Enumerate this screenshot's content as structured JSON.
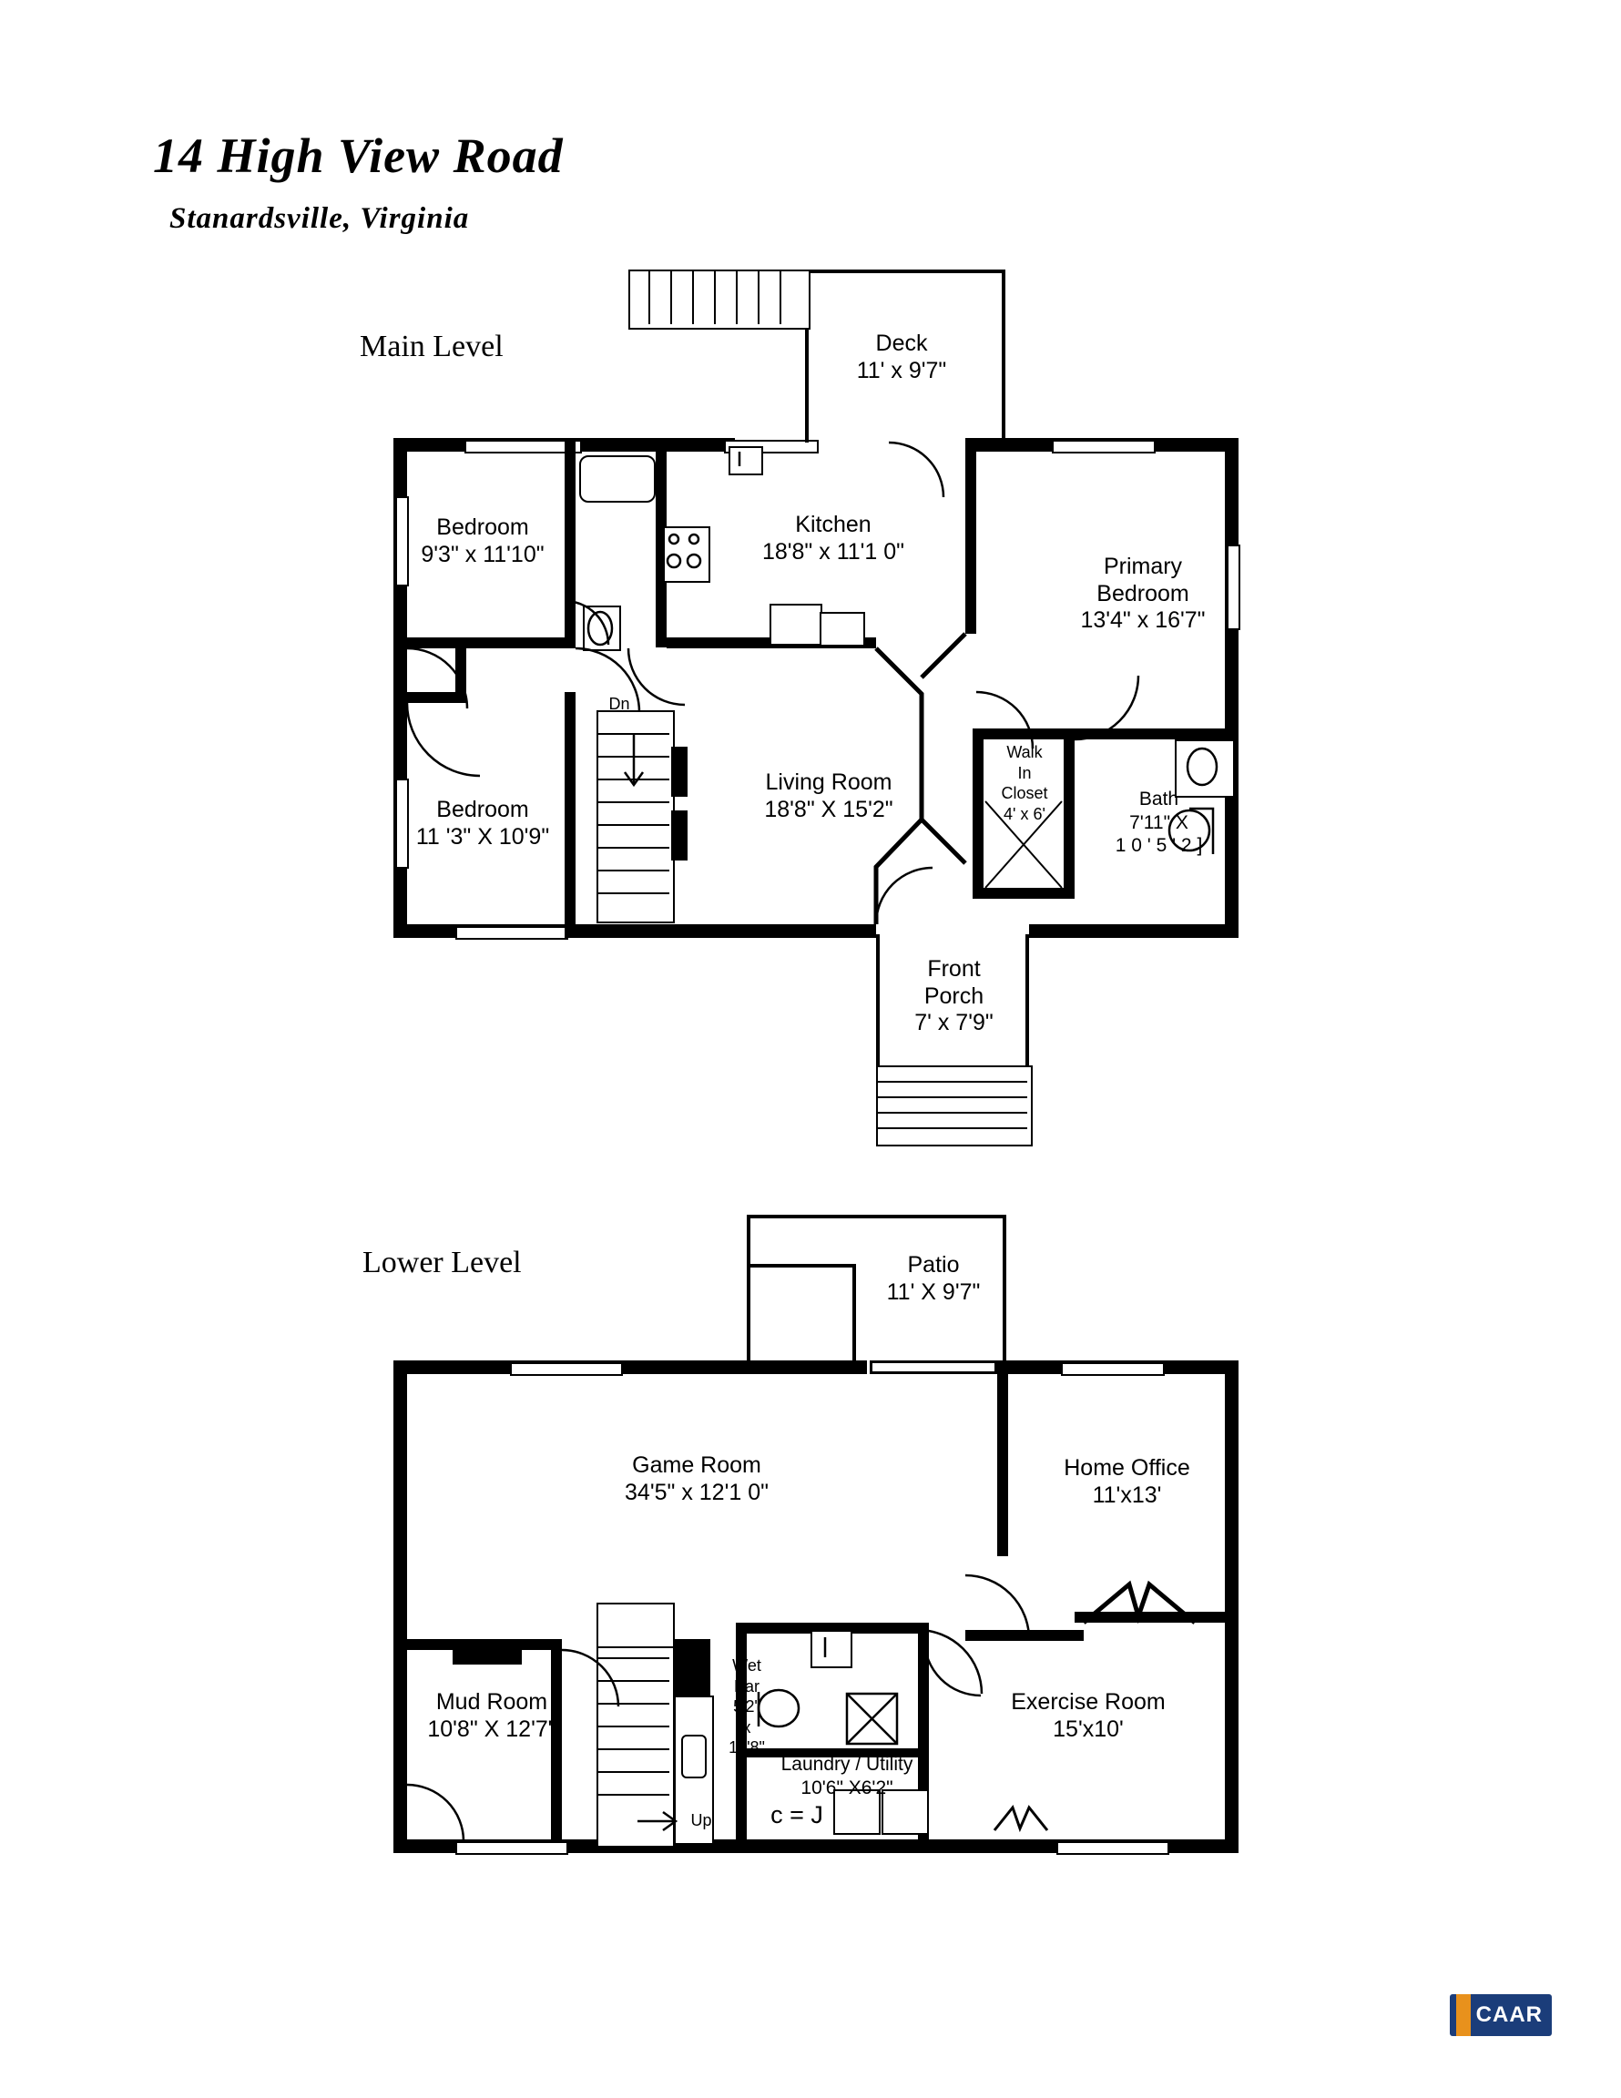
{
  "header": {
    "title": "14 High View Road",
    "subtitle": "Stanardsville,  Virginia"
  },
  "levels": [
    {
      "id": "main",
      "name": "Main Level"
    },
    {
      "id": "lower",
      "name": "Lower Level"
    }
  ],
  "main_level": {
    "rooms": [
      {
        "name": "Deck",
        "dim": "11' x 9'7\""
      },
      {
        "name": "Bedroom",
        "dim": "9'3\" x 11'10\""
      },
      {
        "name": "Kitchen",
        "dim": "18'8\"  x  11'1 0\""
      },
      {
        "name": "Primary",
        "name2": "Bedroom",
        "dim": "13'4\"  x  16'7\""
      },
      {
        "name": "Bedroom",
        "dim": "11 '3\"  X  10'9\""
      },
      {
        "name": "Living  Room",
        "dim": "18'8\"  X  15'2\""
      },
      {
        "name": "Walk",
        "name2": "In",
        "name3": "Closet",
        "dim": "4' x 6'"
      },
      {
        "name": "Bath",
        "dim": "7'11\" X",
        "dim2": "1 0 ' 5 ' 2 ]"
      },
      {
        "name": "Front",
        "name2": "Porch",
        "dim": "7' x 7'9\""
      }
    ],
    "stair_label_down": "Dn"
  },
  "lower_level": {
    "rooms": [
      {
        "name": "Patio",
        "dim": "11'  X 9'7\""
      },
      {
        "name": "Game  Room",
        "dim": "34'5\"  x  12'1 0\""
      },
      {
        "name": "Home Office",
        "dim": "11'x13'"
      },
      {
        "name": "Mud  Room",
        "dim": "10'8\"  X 12'7\""
      },
      {
        "name": "Wet",
        "name2": "Bar",
        "dim": "5'2\"",
        "dim2": "x",
        "dim3": "10'8\""
      },
      {
        "name": "Laundry / Utility",
        "dim": "10'6\"  X6'2\""
      },
      {
        "name": "Exercise Room",
        "dim": "15'x10'"
      }
    ],
    "stair_label_up": "Up",
    "appliance_note": "c = J"
  },
  "logo": {
    "text": "CAAR",
    "bg_color": "#1b3d7a",
    "accent_color": "#e8911c"
  }
}
